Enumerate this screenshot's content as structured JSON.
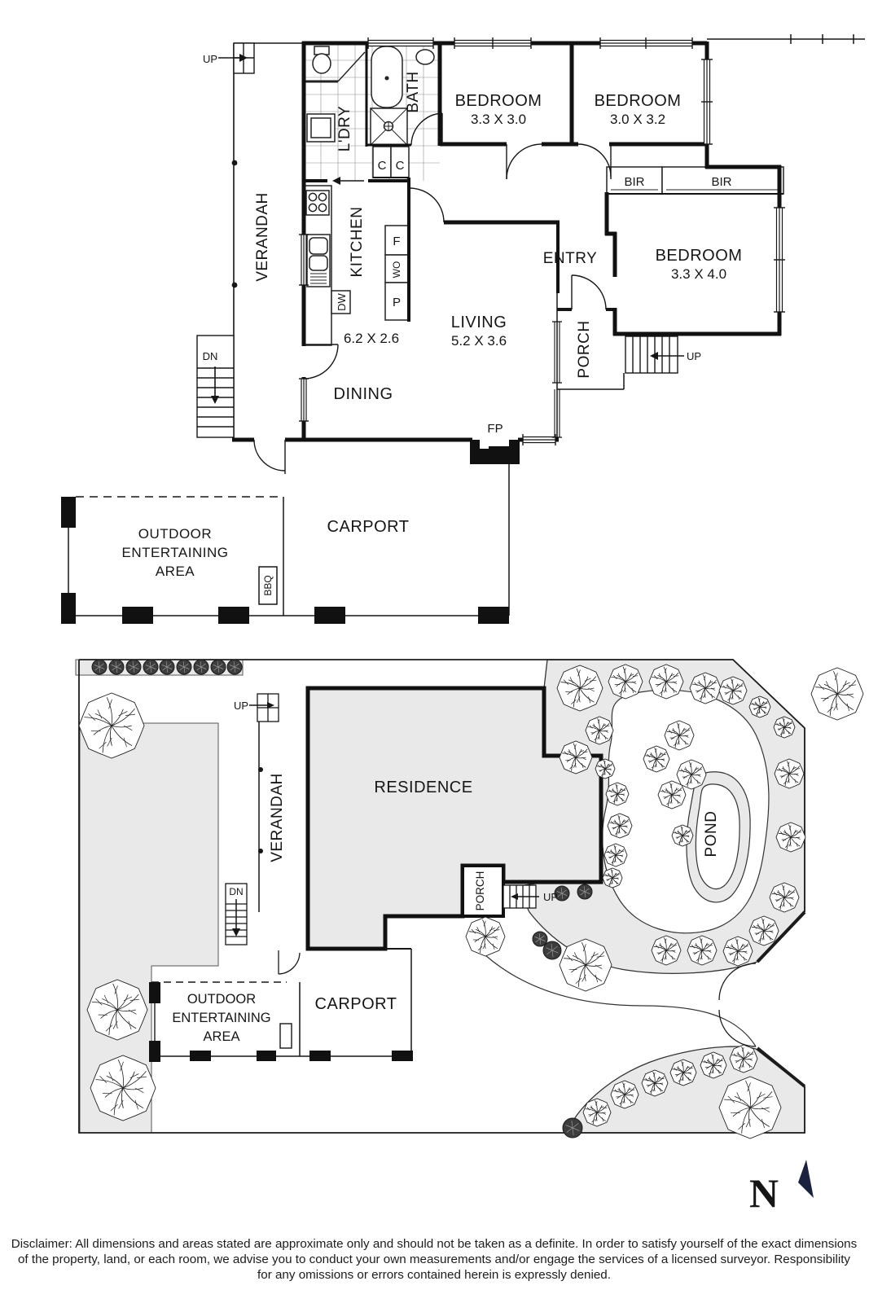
{
  "floor_plan": {
    "verandah_label": "VERANDAH",
    "up_top_label": "UP",
    "dn_label": "DN",
    "laundry_label": "L'DRY",
    "bath_label": "BATH",
    "closet1_label": "C",
    "closet2_label": "C",
    "bedroom1_name": "BEDROOM",
    "bedroom1_dims": "3.3 X 3.0",
    "bedroom2_name": "BEDROOM",
    "bedroom2_dims": "3.0 X 3.2",
    "bedroom3_name": "BEDROOM",
    "bedroom3_dims": "3.3 X 4.0",
    "bir1_label": "BIR",
    "bir2_label": "BIR",
    "kitchen_label": "KITCHEN",
    "kitchen_dims": "6.2 X 2.6",
    "fridge_label": "F",
    "wall_oven_label": "WO",
    "pantry_label": "P",
    "dishwasher_label": "DW",
    "entry_label": "ENTRY",
    "living_name": "LIVING",
    "living_dims": "5.2 X 3.6",
    "porch_label": "PORCH",
    "up_bed3_label": "UP",
    "dining_label": "DINING",
    "fireplace_label": "FP",
    "outdoor_line1": "OUTDOOR",
    "outdoor_line2": "ENTERTAINING",
    "outdoor_line3": "AREA",
    "bbq_label": "BBQ",
    "carport_label": "CARPORT"
  },
  "site_plan": {
    "up_verandah_label": "UP",
    "verandah_label": "VERANDAH",
    "residence_label": "RESIDENCE",
    "dn_label": "DN",
    "porch_label": "PORCH",
    "up_porch_label": "UP",
    "outdoor_line1": "OUTDOOR",
    "outdoor_line2": "ENTERTAINING",
    "outdoor_line3": "AREA",
    "carport_label": "CARPORT",
    "pond_label": "POND"
  },
  "compass": {
    "north_label": "N"
  },
  "disclaimer": {
    "line1": "Disclaimer: All dimensions and areas stated are approximate only and should not be taken as a definite. In order to satisfy yourself of the exact dimensions",
    "line2": "of the property, land, or each room, we advise you to conduct your own measurements and/or engage the services of a licensed surveyor. Responsibility",
    "line3": "for any omissions or errors contained herein is expressly denied."
  },
  "icons": {
    "tree": "tree-icon",
    "shrub": "shrub-icon",
    "north_arrow": "north-arrow-icon"
  },
  "colors": {
    "line": "#161616",
    "area_fill": "#e9e9e9",
    "accent_navy": "#1b2240",
    "background": "#ffffff"
  }
}
